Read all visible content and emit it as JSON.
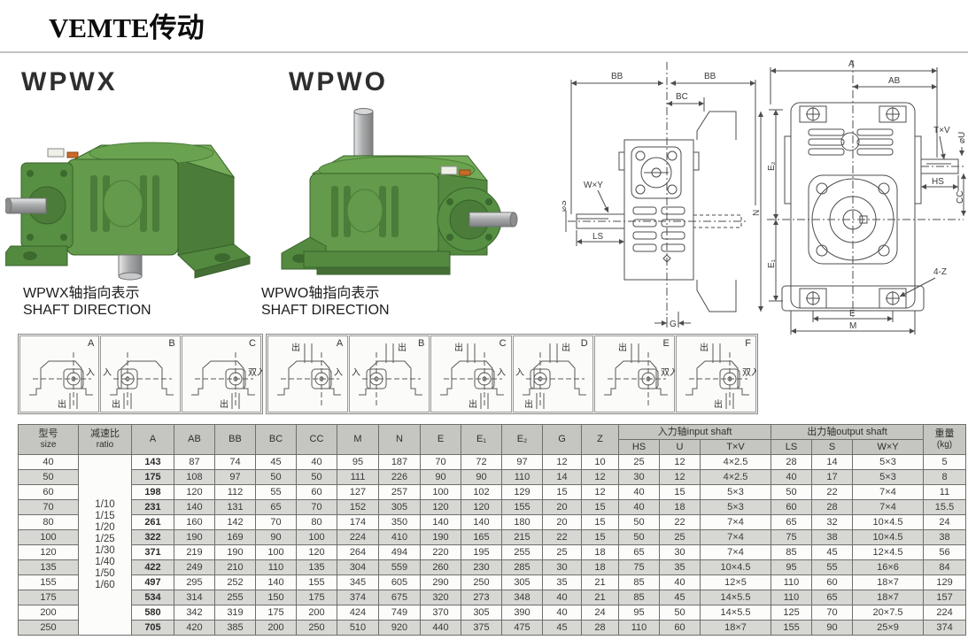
{
  "brand": {
    "title": "VEMTE传动"
  },
  "products": {
    "left_name": "WPWX",
    "right_name": "WPWO"
  },
  "shaft_direction": {
    "left_title_cn": "WPWX轴指向表示",
    "left_title_en": "SHAFT DIRECTION",
    "right_title_cn": "WPWO轴指向表示",
    "right_title_en": "SHAFT DIRECTION",
    "out_label": "出",
    "wpwx_cells": [
      {
        "letter": "A",
        "in": "入",
        "flange": "right",
        "top": false,
        "bottom": true
      },
      {
        "letter": "B",
        "in": "入",
        "flange": "left",
        "top": false,
        "bottom": true
      },
      {
        "letter": "C",
        "in": "双入",
        "flange": "right",
        "top": false,
        "bottom": true
      }
    ],
    "wpwo_cells": [
      {
        "letter": "A",
        "in": "入",
        "flange": "right",
        "top": true,
        "bottom": false
      },
      {
        "letter": "B",
        "in": "入",
        "flange": "left",
        "top": true,
        "bottom": false
      },
      {
        "letter": "C",
        "in": "入",
        "flange": "right",
        "top": true,
        "bottom": true
      },
      {
        "letter": "D",
        "in": "入",
        "flange": "left",
        "top": true,
        "bottom": true
      },
      {
        "letter": "E",
        "in": "双入",
        "flange": "right",
        "top": true,
        "bottom": false
      },
      {
        "letter": "F",
        "in": "双入",
        "flange": "right",
        "top": true,
        "bottom": true
      }
    ]
  },
  "front_drawing": {
    "bb_left": "BB",
    "bb_right": "BB",
    "bc": "BC",
    "wxy": "W×Y",
    "phi_s": "⌀S",
    "ls": "LS",
    "g": "G",
    "n": "N"
  },
  "side_drawing": {
    "a": "A",
    "ab": "AB",
    "txv": "T×V",
    "phi_u": "⌀U",
    "hs": "HS",
    "cc": "CC",
    "e2": "E₂",
    "e1": "E₁",
    "four_z": "4-Z",
    "e": "E",
    "m": "M"
  },
  "table": {
    "header": {
      "size_cn": "型号",
      "size_en": "size",
      "ratio_cn": "减速比",
      "ratio_en": "ratio",
      "dims": [
        "A",
        "AB",
        "BB",
        "BC",
        "CC",
        "M",
        "N",
        "E",
        "E₁",
        "E₂",
        "G",
        "Z"
      ],
      "input_group": "入力轴input shaft",
      "input_cols": [
        "HS",
        "U",
        "T×V"
      ],
      "output_group": "出力轴output shaft",
      "output_cols": [
        "LS",
        "S",
        "W×Y"
      ],
      "weight_cn": "重量",
      "weight_unit": "(kg)"
    },
    "ratios": [
      "1/10",
      "1/15",
      "1/20",
      "1/25",
      "1/30",
      "1/40",
      "1/50",
      "1/60"
    ],
    "rows": [
      {
        "size": "40",
        "values": [
          "143",
          "87",
          "74",
          "45",
          "40",
          "95",
          "187",
          "70",
          "72",
          "97",
          "12",
          "10",
          "25",
          "12",
          "4×2.5",
          "28",
          "14",
          "5×3",
          "5"
        ]
      },
      {
        "size": "50",
        "values": [
          "175",
          "108",
          "97",
          "50",
          "50",
          "111",
          "226",
          "90",
          "90",
          "110",
          "14",
          "12",
          "30",
          "12",
          "4×2.5",
          "40",
          "17",
          "5×3",
          "8"
        ]
      },
      {
        "size": "60",
        "values": [
          "198",
          "120",
          "112",
          "55",
          "60",
          "127",
          "257",
          "100",
          "102",
          "129",
          "15",
          "12",
          "40",
          "15",
          "5×3",
          "50",
          "22",
          "7×4",
          "11"
        ]
      },
      {
        "size": "70",
        "values": [
          "231",
          "140",
          "131",
          "65",
          "70",
          "152",
          "305",
          "120",
          "120",
          "155",
          "20",
          "15",
          "40",
          "18",
          "5×3",
          "60",
          "28",
          "7×4",
          "15.5"
        ]
      },
      {
        "size": "80",
        "values": [
          "261",
          "160",
          "142",
          "70",
          "80",
          "174",
          "350",
          "140",
          "140",
          "180",
          "20",
          "15",
          "50",
          "22",
          "7×4",
          "65",
          "32",
          "10×4.5",
          "24"
        ]
      },
      {
        "size": "100",
        "values": [
          "322",
          "190",
          "169",
          "90",
          "100",
          "224",
          "410",
          "190",
          "165",
          "215",
          "22",
          "15",
          "50",
          "25",
          "7×4",
          "75",
          "38",
          "10×4.5",
          "38"
        ]
      },
      {
        "size": "120",
        "values": [
          "371",
          "219",
          "190",
          "100",
          "120",
          "264",
          "494",
          "220",
          "195",
          "255",
          "25",
          "18",
          "65",
          "30",
          "7×4",
          "85",
          "45",
          "12×4.5",
          "56"
        ]
      },
      {
        "size": "135",
        "values": [
          "422",
          "249",
          "210",
          "110",
          "135",
          "304",
          "559",
          "260",
          "230",
          "285",
          "30",
          "18",
          "75",
          "35",
          "10×4.5",
          "95",
          "55",
          "16×6",
          "84"
        ]
      },
      {
        "size": "155",
        "values": [
          "497",
          "295",
          "252",
          "140",
          "155",
          "345",
          "605",
          "290",
          "250",
          "305",
          "35",
          "21",
          "85",
          "40",
          "12×5",
          "110",
          "60",
          "18×7",
          "129"
        ]
      },
      {
        "size": "175",
        "values": [
          "534",
          "314",
          "255",
          "150",
          "175",
          "374",
          "675",
          "320",
          "273",
          "348",
          "40",
          "21",
          "85",
          "45",
          "14×5.5",
          "110",
          "65",
          "18×7",
          "157"
        ]
      },
      {
        "size": "200",
        "values": [
          "580",
          "342",
          "319",
          "175",
          "200",
          "424",
          "749",
          "370",
          "305",
          "390",
          "40",
          "24",
          "95",
          "50",
          "14×5.5",
          "125",
          "70",
          "20×7.5",
          "224"
        ]
      },
      {
        "size": "250",
        "values": [
          "705",
          "420",
          "385",
          "200",
          "250",
          "510",
          "920",
          "440",
          "375",
          "475",
          "45",
          "28",
          "110",
          "60",
          "18×7",
          "155",
          "90",
          "25×9",
          "374"
        ]
      }
    ]
  }
}
